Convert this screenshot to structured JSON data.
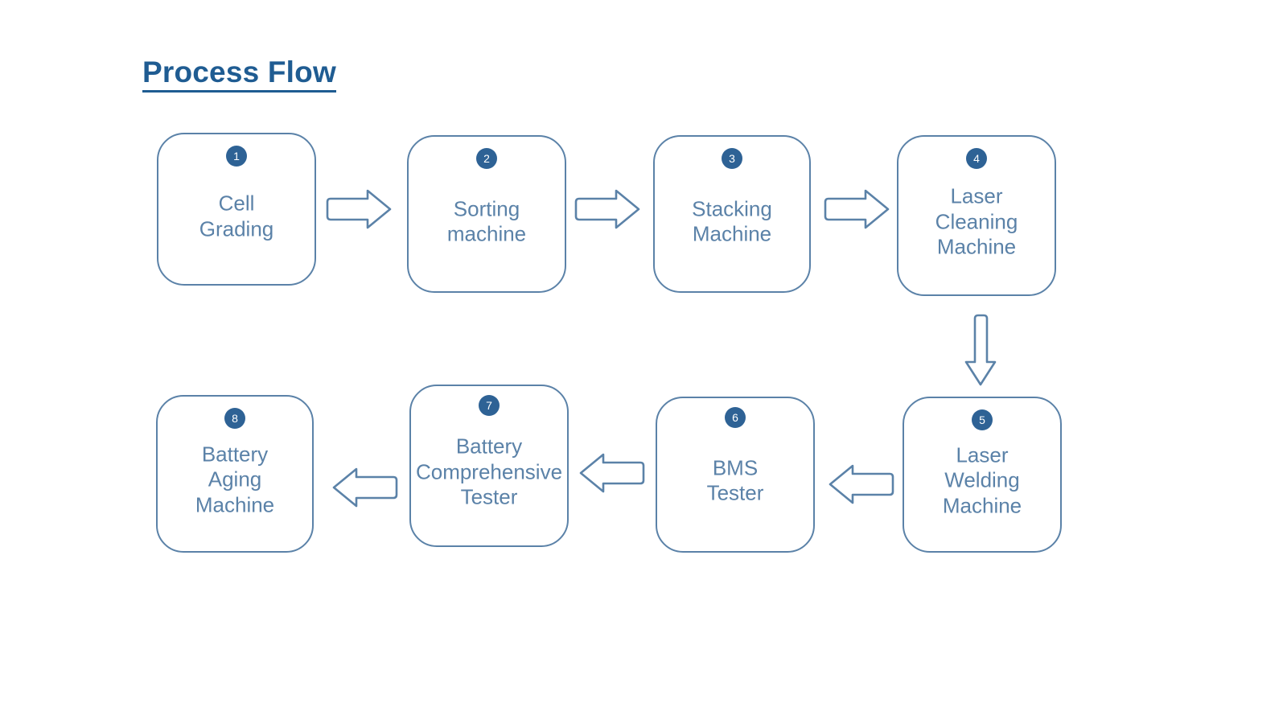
{
  "page": {
    "title": "Process Flow",
    "background": "#ffffff"
  },
  "theme": {
    "border_color": "#5B82A8",
    "text_color": "#5B82A8",
    "badge_fill": "#2E6295",
    "badge_text": "#ffffff",
    "title_color": "#1F5C92",
    "arrow_stroke": "#5B82A8",
    "arrow_fill": "#ffffff"
  },
  "flow": {
    "steps": [
      {
        "number": "1",
        "label": "Cell\nGrading"
      },
      {
        "number": "2",
        "label": "Sorting\nmachine"
      },
      {
        "number": "3",
        "label": "Stacking\nMachine"
      },
      {
        "number": "4",
        "label": "Laser\nCleaning\nMachine"
      },
      {
        "number": "5",
        "label": "Laser\nWelding\nMachine"
      },
      {
        "number": "6",
        "label": "BMS\nTester"
      },
      {
        "number": "7",
        "label": "Battery\nComprehensive\nTester"
      },
      {
        "number": "8",
        "label": "Battery\nAging\nMachine"
      }
    ],
    "connectors": [
      {
        "name": "arrow-1-to-2",
        "direction": "right"
      },
      {
        "name": "arrow-2-to-3",
        "direction": "right"
      },
      {
        "name": "arrow-3-to-4",
        "direction": "right"
      },
      {
        "name": "arrow-4-to-5",
        "direction": "down"
      },
      {
        "name": "arrow-5-to-6",
        "direction": "left"
      },
      {
        "name": "arrow-6-to-7",
        "direction": "left"
      },
      {
        "name": "arrow-7-to-8",
        "direction": "left"
      }
    ]
  }
}
